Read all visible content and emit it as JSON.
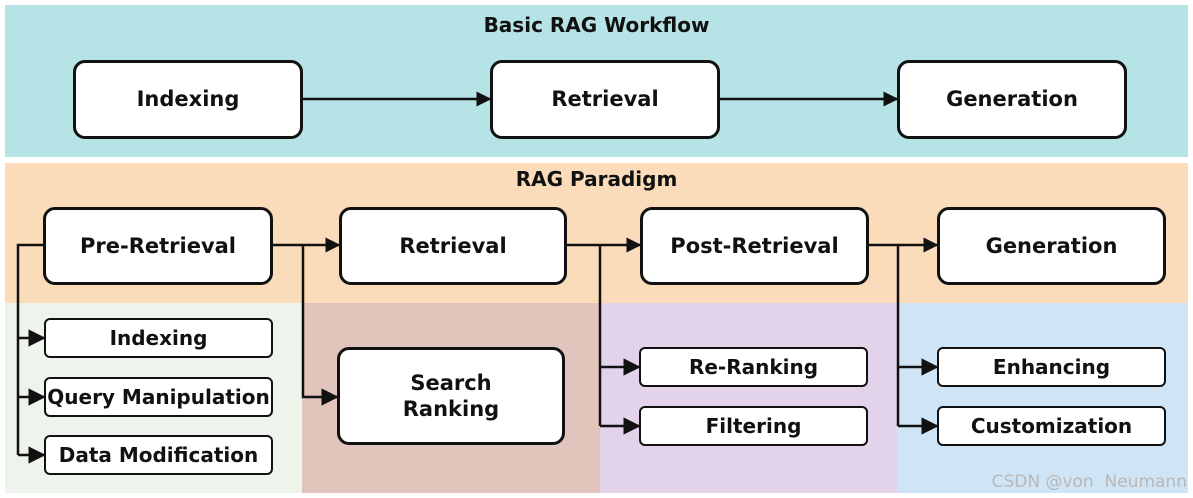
{
  "basic_workflow": {
    "title": "Basic RAG Workflow",
    "steps": [
      "Indexing",
      "Retrieval",
      "Generation"
    ]
  },
  "paradigm": {
    "title": "RAG Paradigm",
    "stages": [
      "Pre-Retrieval",
      "Retrieval",
      "Post-Retrieval",
      "Generation"
    ],
    "pre_retrieval_items": [
      "Indexing",
      "Query Manipulation",
      "Data Modification"
    ],
    "retrieval_items": [
      "Search\nRanking"
    ],
    "post_retrieval_items": [
      "Re-Ranking",
      "Filtering"
    ],
    "generation_items": [
      "Enhancing",
      "Customization"
    ]
  },
  "watermark": "CSDN @von  Neumann",
  "colors": {
    "basic_panel": "#b5e3e6",
    "paradigm_panel": "#fadcbb",
    "pre_retrieval_column": "#eef3ec",
    "retrieval_column": "#e1c4bb",
    "post_retrieval_column": "#e2d3eb",
    "generation_column": "#cfe4f4"
  }
}
